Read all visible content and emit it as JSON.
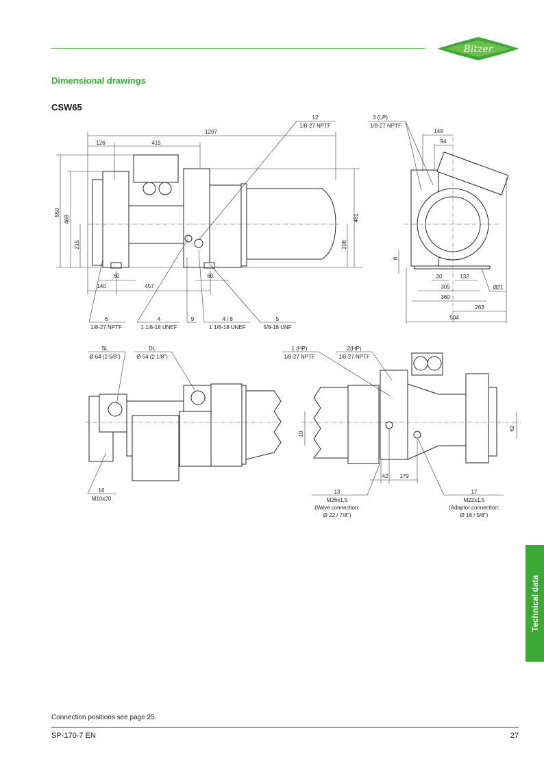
{
  "header": {
    "section_title": "Dimensional drawings",
    "model": "CSW65",
    "logo_text": "Bitzer",
    "brand_color": "#3aaa35"
  },
  "side_tab": {
    "label": "Technical data"
  },
  "view_side": {
    "dims": {
      "overall_length": "1207",
      "d126": "126",
      "d415": "415",
      "d550": "550",
      "d468": "468",
      "d215": "215",
      "d481": "481",
      "d208": "208",
      "foot1": "60",
      "foot2": "60",
      "d140": "140",
      "d457": "457"
    },
    "callouts": [
      {
        "num": "12",
        "spec": "1/8-27 NPTF"
      },
      {
        "num": "6",
        "spec": "1/8-27 NPTF"
      },
      {
        "num": "4",
        "spec": "1 1/8-18 UNEF"
      },
      {
        "num": "9",
        "spec": ""
      },
      {
        "num": "4 / 8",
        "spec": "1 1/8-18 UNEF"
      },
      {
        "num": "5",
        "spec": "5/8-18 UNF"
      }
    ]
  },
  "view_end": {
    "callout": {
      "num": "3 (LP)",
      "spec": "1/8-27 NPTF"
    },
    "dims": {
      "d149": "149",
      "d94": "94",
      "d8": "8",
      "d20": "20",
      "d132": "132",
      "d305": "305",
      "d360": "360",
      "d263": "263",
      "d504": "504",
      "hole": "Ø21"
    }
  },
  "view_top": {
    "sl": {
      "label": "SL",
      "spec": "Ø 64 (2 5/8\")"
    },
    "dl": {
      "label": "DL",
      "spec": "Ø 54 (2 1/8\")"
    },
    "callout16": {
      "num": "16",
      "spec": "M10x20"
    }
  },
  "view_rear": {
    "hp1": {
      "num": "1 (HP)",
      "spec": "1/8-27 NPTF"
    },
    "hp2": {
      "num": "2(HP)",
      "spec": "1/8-27 NPTF"
    },
    "dims": {
      "d10": "10",
      "d62": "62",
      "d42": "42",
      "d179": "179"
    },
    "c13": {
      "num": "13",
      "spec": "M26x1,5",
      "l1": "(Valve connection:",
      "l2": "Ø 22 / 7/8\")"
    },
    "c17": {
      "num": "17",
      "spec": "M22x1,5",
      "l1": "(Adaptor connection:",
      "l2": "Ø 16 / 5/8\")"
    }
  },
  "footer": {
    "note": "Connection positions see page 25.",
    "doc_id": "SP-170-7 EN",
    "page": "27"
  }
}
